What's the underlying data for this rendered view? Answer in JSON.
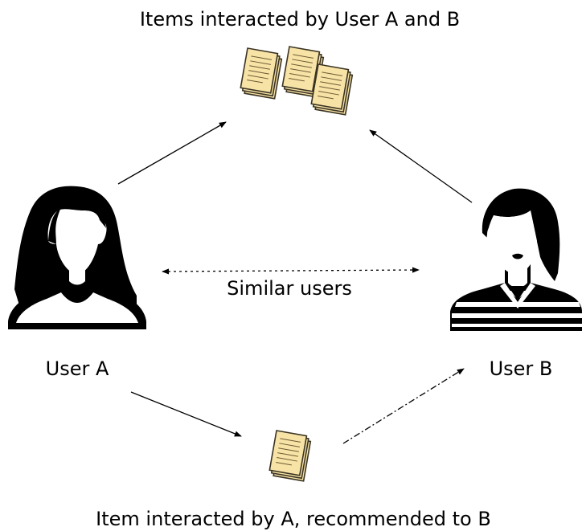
{
  "labels": {
    "top_title": "Items interacted by User A and B",
    "similar": "Similar users",
    "user_a": "User A",
    "user_b": "User B",
    "bottom_title": "Item interacted by A, recommended to B"
  },
  "colors": {
    "paper_fill": "#f7e3a6",
    "paper_stroke": "#3a3323",
    "ink": "#000000",
    "background": "#ffffff"
  },
  "icons": {
    "user_a": "female-user-icon",
    "user_b": "female-user-striped-shirt-icon",
    "shared_items": "document-stack-icon",
    "recommended_item": "document-stack-icon"
  }
}
